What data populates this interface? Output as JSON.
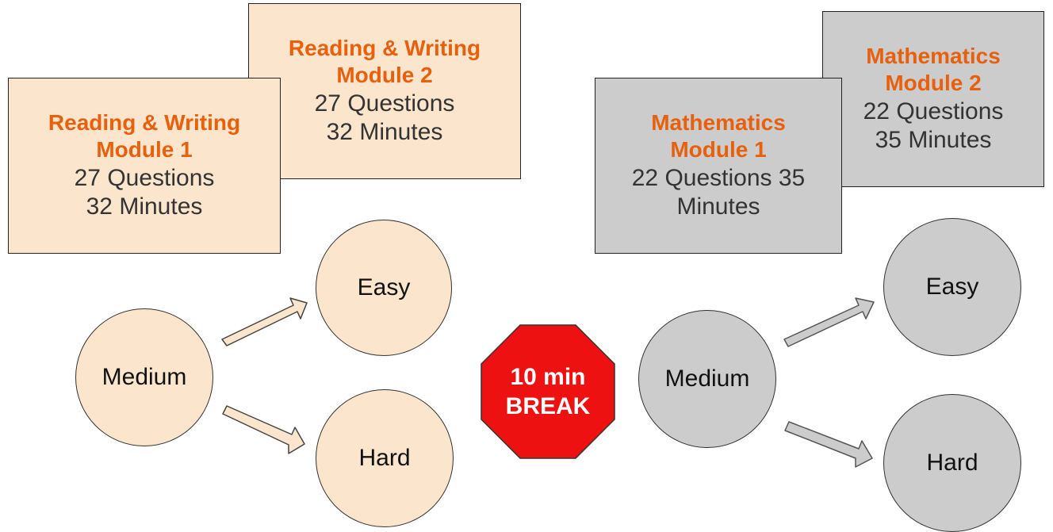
{
  "colors": {
    "title_orange": "#e8600c",
    "reading_writing_fill": "#fce5cd",
    "mathematics_fill": "#cccccc",
    "break_red": "#ee1111"
  },
  "reading_writing": {
    "module1": {
      "title": "Reading & Writing\nModule 1",
      "details": "27 Questions\n32 Minutes"
    },
    "module2": {
      "title": "Reading & Writing\nModule 2",
      "details": "27 Questions\n32 Minutes"
    },
    "nodes": {
      "start": "Medium",
      "easy": "Easy",
      "hard": "Hard"
    }
  },
  "mathematics": {
    "module1": {
      "title": "Mathematics\nModule 1",
      "details": "22 Questions 35\nMinutes"
    },
    "module2": {
      "title": "Mathematics\nModule 2",
      "details": "22 Questions\n35 Minutes"
    },
    "nodes": {
      "start": "Medium",
      "easy": "Easy",
      "hard": "Hard"
    }
  },
  "break": {
    "label": "10 min\nBREAK"
  }
}
